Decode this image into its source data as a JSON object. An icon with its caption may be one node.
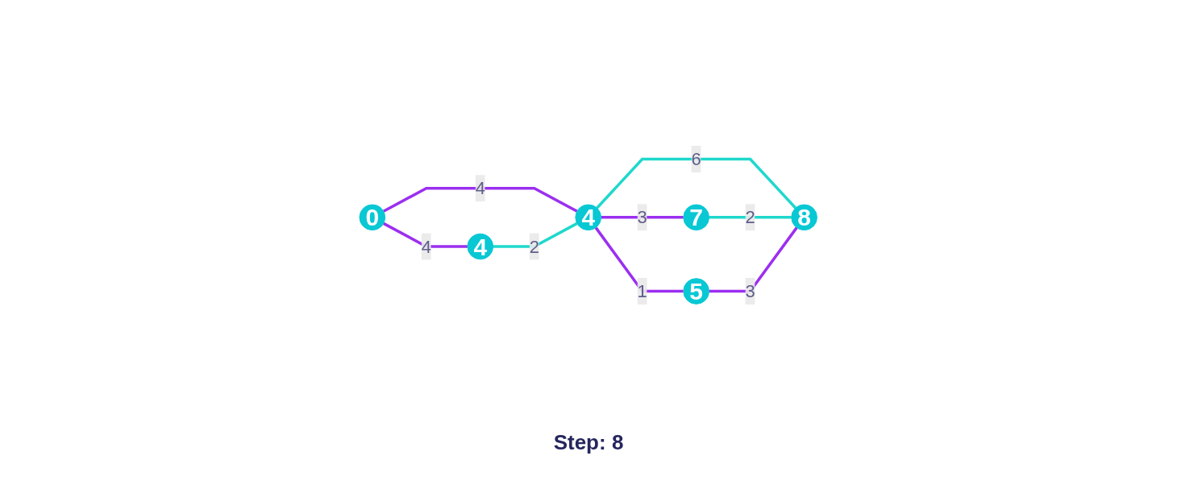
{
  "diagram": {
    "caption": "Step: 8",
    "nodes": [
      {
        "text": [
          "0"
        ]
      },
      {
        "text": [
          "7"
        ]
      },
      {
        "text": [
          "4"
        ]
      },
      {
        "text": [
          "8"
        ]
      },
      {
        "text": [
          "4"
        ]
      },
      {
        "text": [
          "5"
        ]
      }
    ],
    "edges": [
      {
        "from": 0,
        "to": 2,
        "arrow": "none",
        "label": "4"
      },
      {
        "from": 0,
        "to": 4,
        "arrow": "none",
        "label": "4"
      },
      {
        "from": 4,
        "to": 2,
        "arrow": "none",
        "label": "2",
        "color": "#1fd8cc"
      },
      {
        "from": 2,
        "to": 1,
        "arrow": "none",
        "label": "3"
      },
      {
        "from": 2,
        "to": 3,
        "arrow": "none",
        "label": "6",
        "color": "#1fd8cc"
      },
      {
        "from": 2,
        "to": 5,
        "arrow": "none",
        "label": "1"
      },
      {
        "from": 1,
        "to": 3,
        "arrow": "none",
        "label": "2",
        "color": "#1fd8cc"
      },
      {
        "from": 5,
        "to": 3,
        "arrow": "none",
        "label": "3"
      }
    ]
  }
}
